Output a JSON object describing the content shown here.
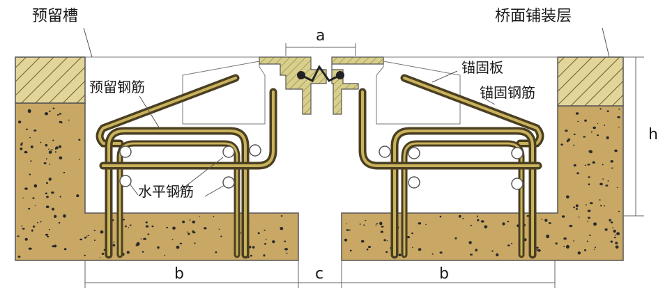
{
  "labels": {
    "reserved_groove": "预留槽",
    "deck_pavement": "桥面铺装层",
    "reserved_rebar": "预留钢筋",
    "anchor_plate": "锚固板",
    "anchor_rebar": "锚固钢筋",
    "horizontal_rebar": "水平钢筋"
  },
  "dimensions": {
    "a": "a",
    "b_left": "b",
    "c": "c",
    "b_right": "b",
    "h": "h"
  },
  "colors": {
    "concrete": "#c9a866",
    "pavement": "#e2d59a",
    "rebar_outer": "#4a3f22",
    "rebar_inner": "#c9b25a",
    "steel": "#d8cf8c"
  }
}
